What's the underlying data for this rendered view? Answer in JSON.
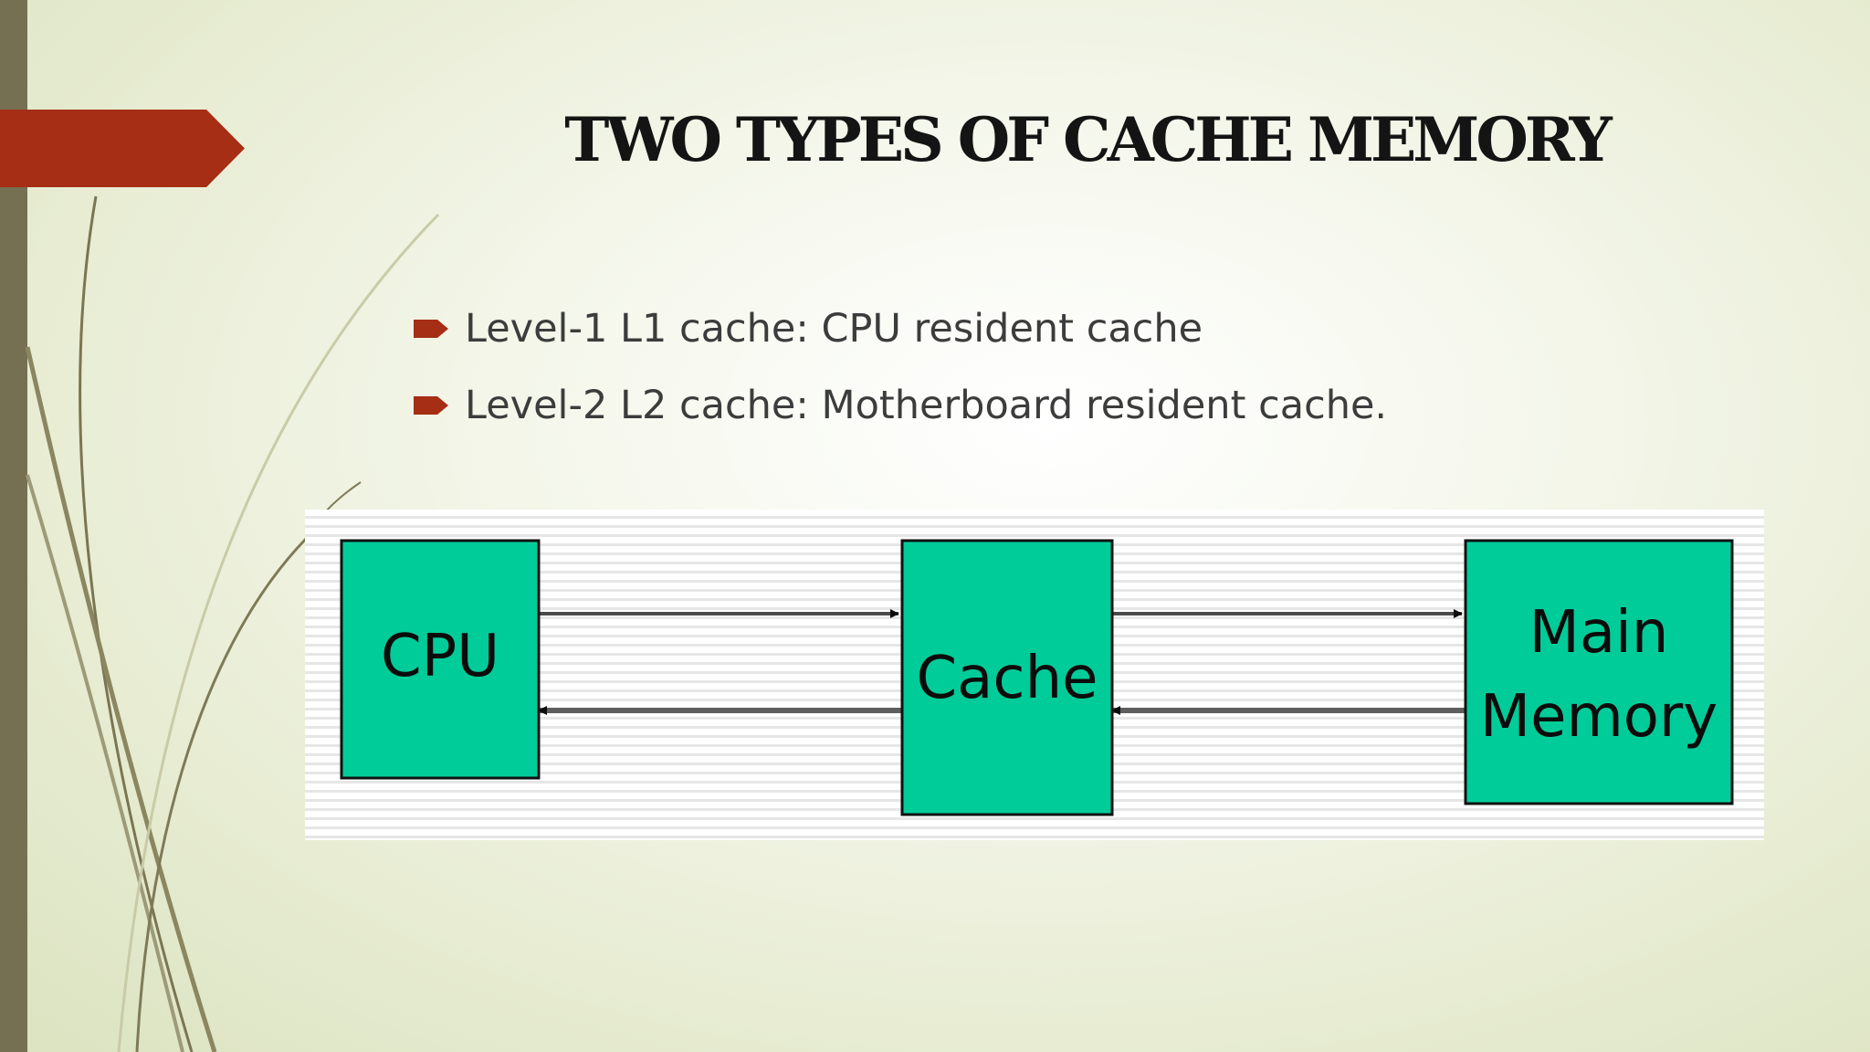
{
  "slide": {
    "title": "TWO TYPES OF CACHE MEMORY",
    "bullets": [
      "Level-1 L1 cache: CPU resident cache",
      "Level-2 L2 cache: Motherboard resident cache."
    ]
  },
  "diagram": {
    "nodes": [
      {
        "id": "cpu",
        "lines": [
          "CPU"
        ]
      },
      {
        "id": "cache",
        "lines": [
          "Cache"
        ]
      },
      {
        "id": "main-memory",
        "lines": [
          "Main",
          "Memory"
        ]
      }
    ],
    "edges": [
      {
        "from": "cpu",
        "to": "cache"
      },
      {
        "from": "cache",
        "to": "cpu"
      },
      {
        "from": "cache",
        "to": "main-memory"
      },
      {
        "from": "main-memory",
        "to": "cache"
      }
    ]
  },
  "colors": {
    "accent": "#a52e15",
    "sidebar": "#767053",
    "box_fill": "#00cc99",
    "title": "#141414",
    "body_text": "#3c3c3c"
  }
}
